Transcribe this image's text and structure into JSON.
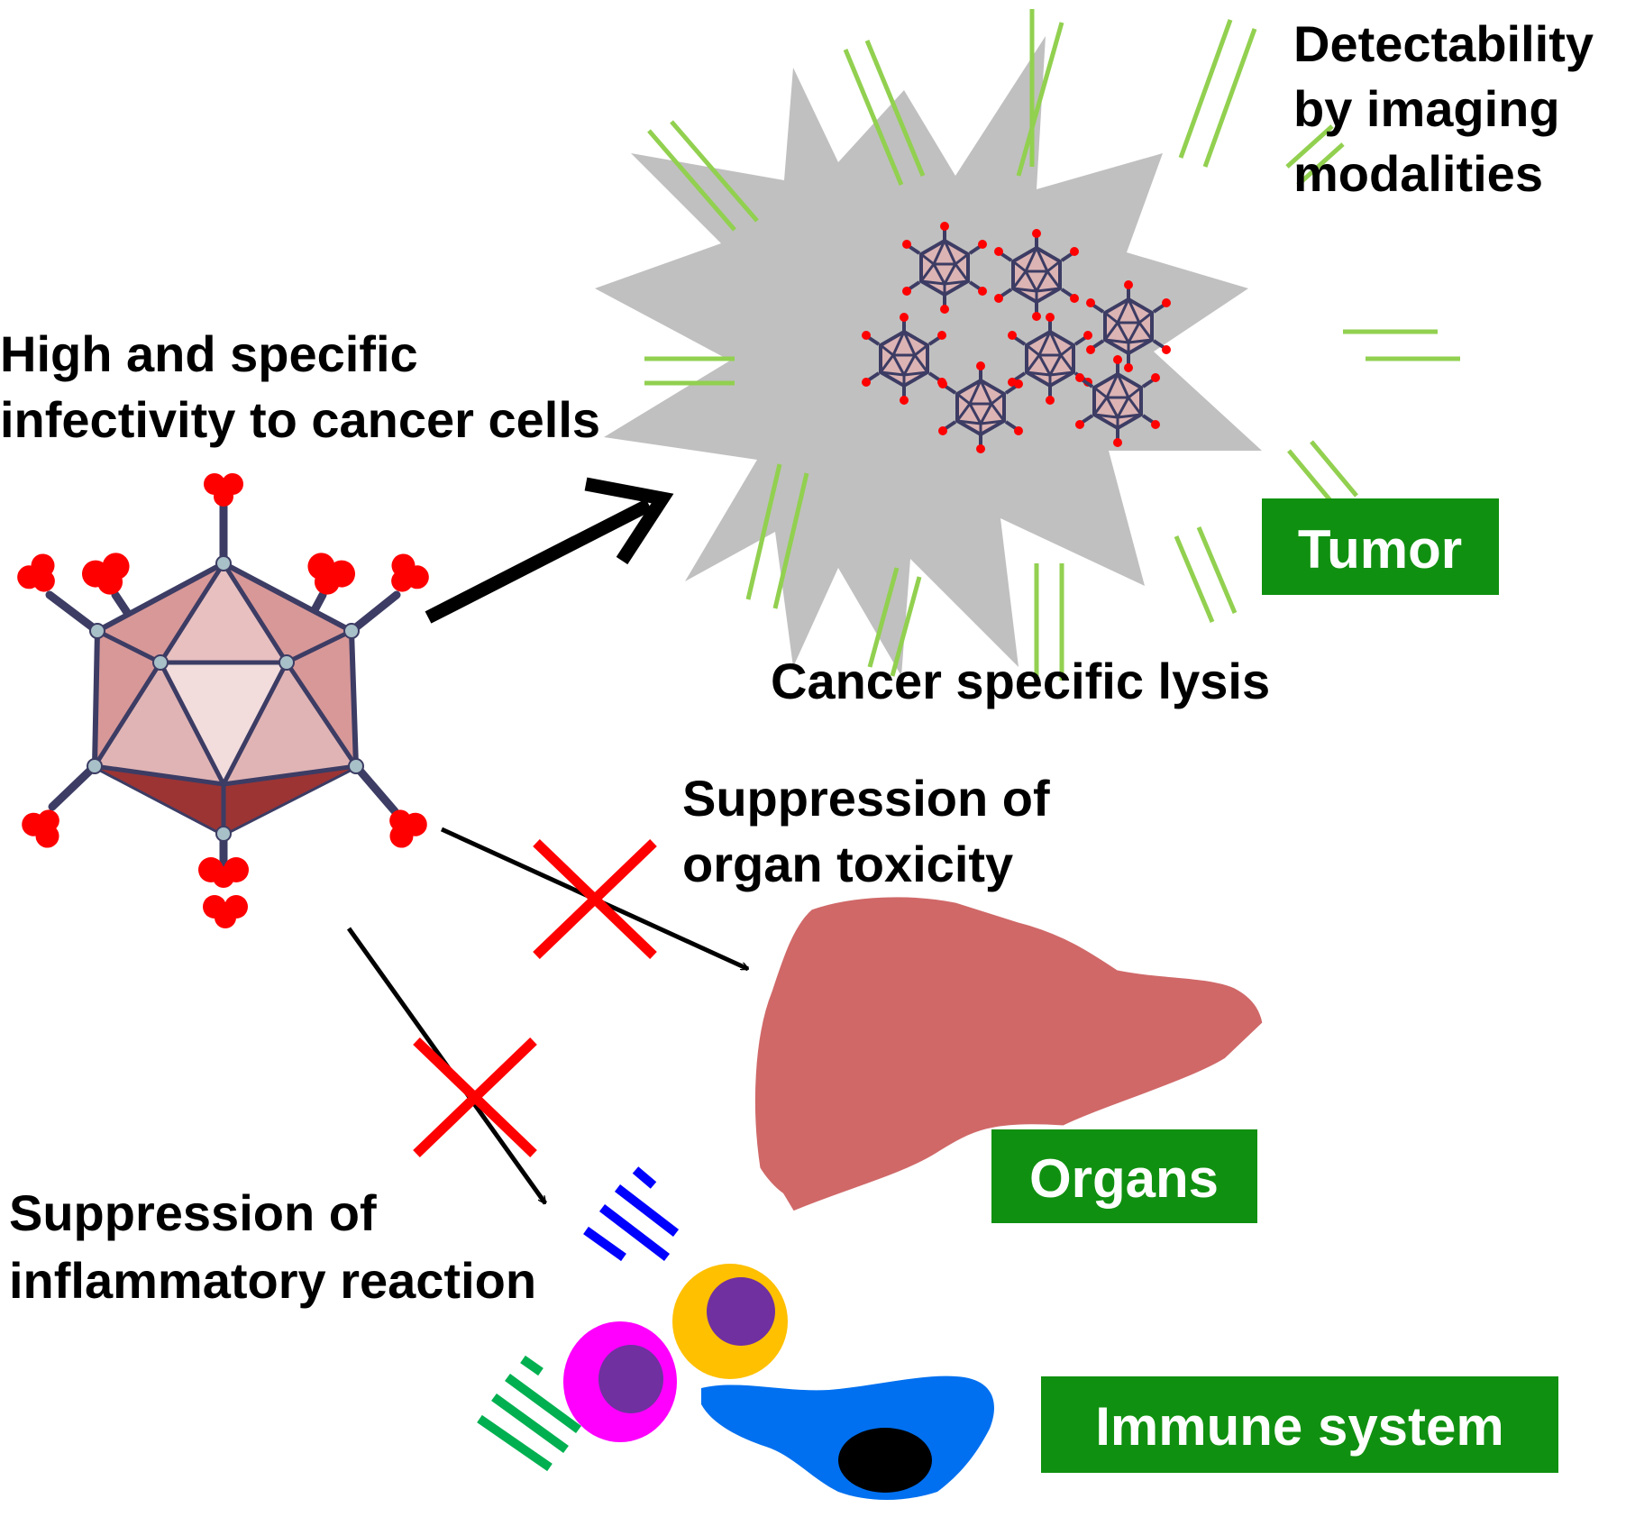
{
  "labels": {
    "detectability": [
      "Detectability",
      "by imaging",
      "modalities"
    ],
    "infectivity": [
      "High and specific",
      "infectivity to cancer cells"
    ],
    "lysis": "Cancer specific lysis",
    "organ_toxicity": [
      "Suppression of",
      "organ toxicity"
    ],
    "inflammatory": [
      "Suppression of",
      "inflammatory reaction"
    ]
  },
  "boxes": {
    "tumor": "Tumor",
    "organs": "Organs",
    "immune": "Immune system"
  },
  "colors": {
    "tumor_fill": "#c0c0c0",
    "glow_line": "#92d050",
    "box_green": "#109010",
    "block_cross": "#ff0000",
    "organ_fill": "#d06868",
    "capsid_face": "#dca8a8",
    "capsid_edge": "#3c3c64",
    "fiber_knob": "#ff0000",
    "cell_yellow": "#ffc000",
    "cell_magenta": "#ff00ff",
    "cell_nucleus": "#7030a0",
    "macrophage": "#0070f0",
    "antibody_blue": "#0000ff",
    "antibody_green": "#00b050"
  },
  "icons": [
    "adenovirus-capsid-icon",
    "tumor-cell-icon",
    "liver-organ-icon",
    "immune-cell-icon",
    "antibody-icon",
    "block-cross-icon"
  ]
}
